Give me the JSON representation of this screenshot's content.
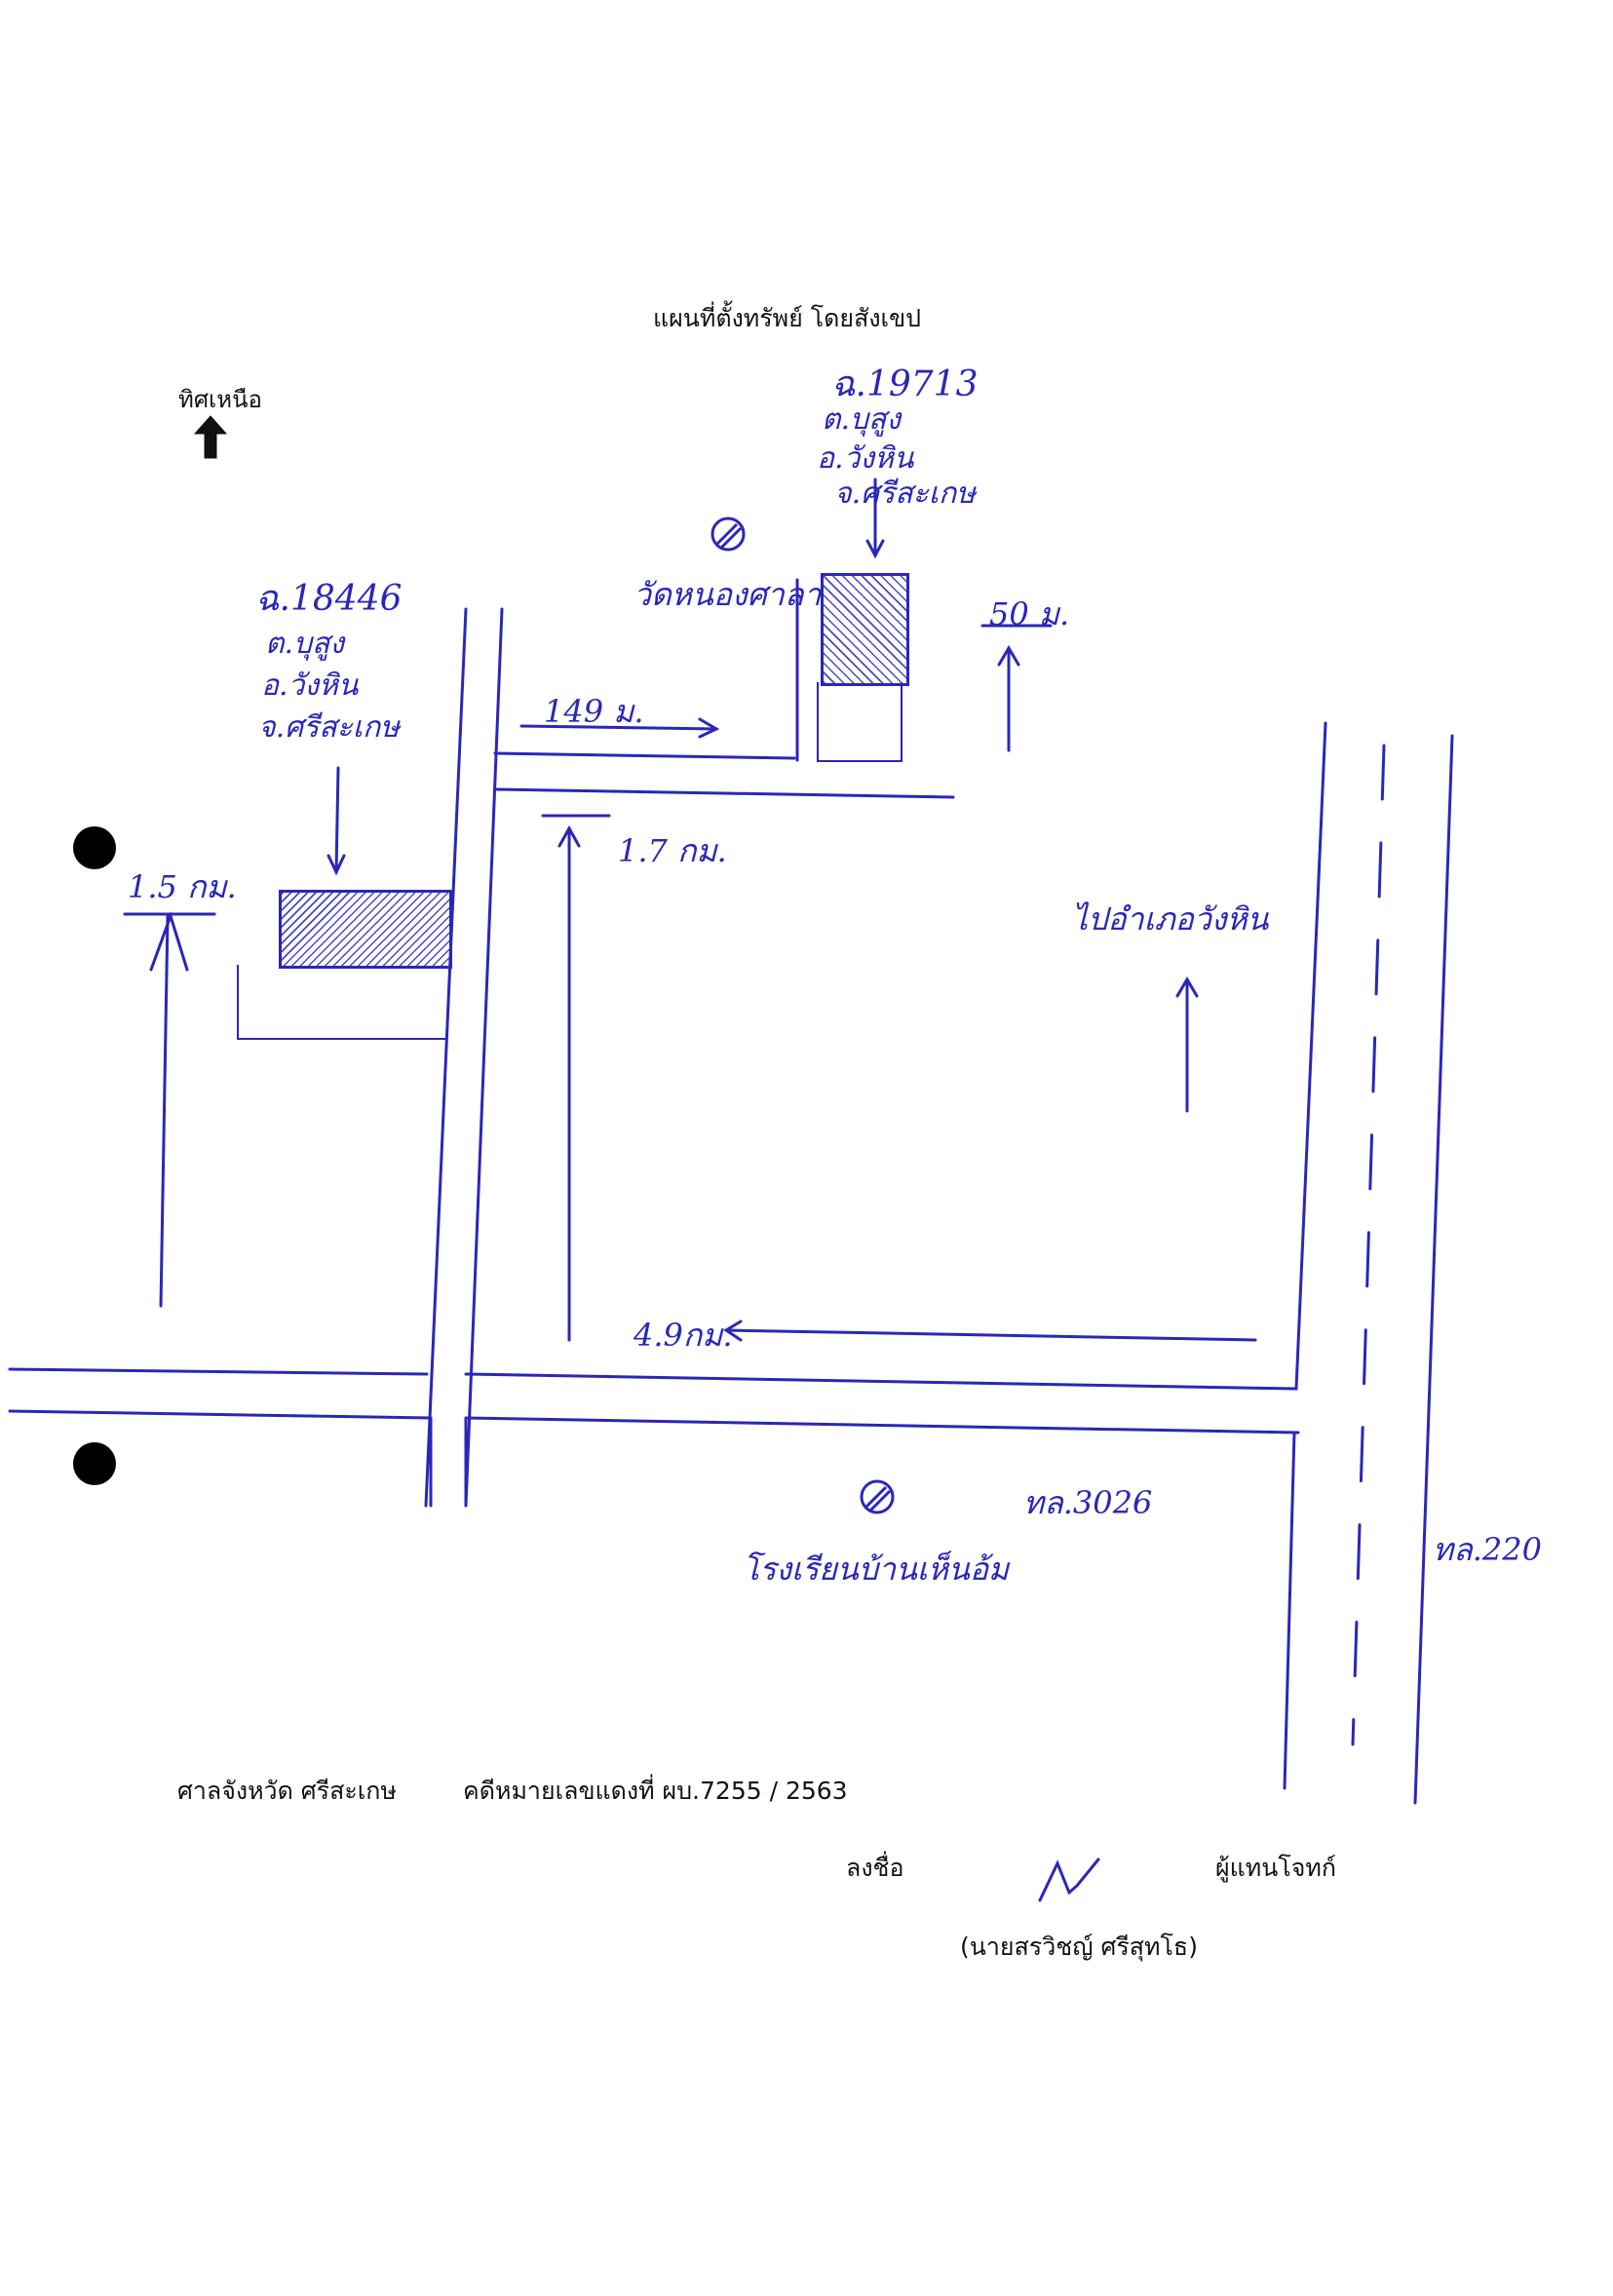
{
  "title": "แผนที่ตั้งทรัพย์ โดยสังเขป",
  "north": {
    "label": "ทิศเหนือ",
    "icon": "north-arrow-icon"
  },
  "parcels": [
    {
      "deed": "ฉ.18446",
      "address": [
        "ต.บุสูง",
        "อ.วังหิน",
        "จ.ศรีสะเกษ"
      ]
    },
    {
      "deed": "ฉ.19713",
      "address": [
        "ต.บุสูง",
        "อ.วังหิน",
        "จ.ศรีสะเกษ"
      ]
    }
  ],
  "landmarks": {
    "temple": "วัดหนองศาลา",
    "school": "โรงเรียนบ้านเห็นอ้ม"
  },
  "distances": {
    "d_149m": "149 ม.",
    "d_50m": "50 ม.",
    "d_1_7km": "1.7 กม.",
    "d_1_5km": "1.5 กม.",
    "d_4_9km": "4.9กม."
  },
  "roads": {
    "rural_road": "ทล.3026",
    "highway": "ทล.220",
    "direction": "ไปอำเภอวังหิน"
  },
  "footer": {
    "court": "ศาลจังหวัด ศรีสะเกษ",
    "case": "คดีหมายเลขแดงที่ ผบ.7255 / 2563",
    "sign_label": "ลงชื่อ",
    "role": "ผู้แทนโจทก์",
    "signer": "(นายสรวิชญ์ ศรีสุทโธ)",
    "signature_icon": "signature-mark"
  },
  "colors": {
    "ink": "#2a27b8",
    "typed": "#111111"
  }
}
